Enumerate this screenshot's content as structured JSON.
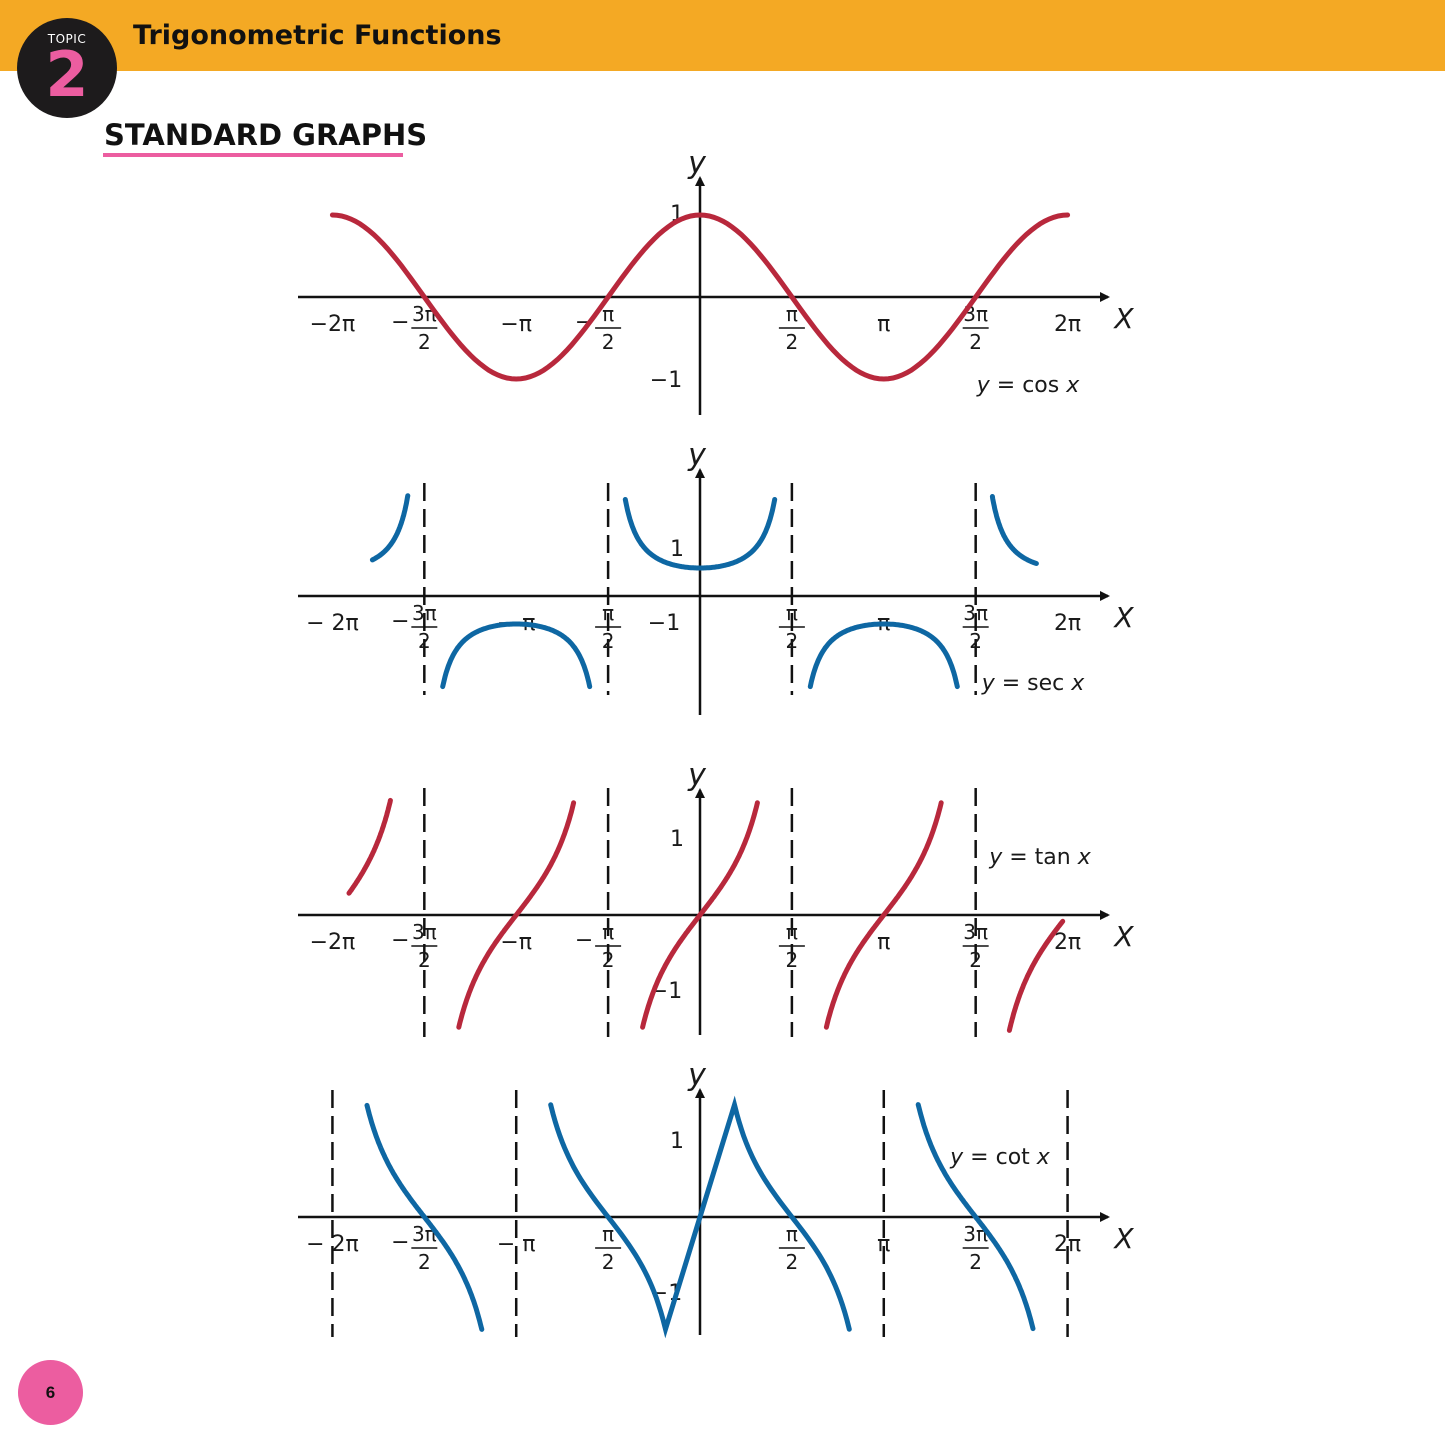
{
  "header": {
    "topic_label": "TOPIC",
    "topic_number": "2",
    "title": "Trigonometric Functions"
  },
  "section_title": "STANDARD GRAPHS",
  "page_number": "6",
  "colors": {
    "header": "#F4A924",
    "accent": "#EC5DA0",
    "red_curve": "#B8283C",
    "blue_curve": "#0E67A3"
  },
  "chart_data": [
    {
      "type": "line",
      "function": "cos",
      "label": {
        "y": "y",
        "eq": " = cos ",
        "x": "x"
      },
      "axis_labels": {
        "x": "X",
        "y": "y"
      },
      "xlim": [
        -6.2832,
        6.2832
      ],
      "y_ticks": [
        "1",
        "−1"
      ],
      "x_ticks": [
        "−2π",
        "−3π/2",
        "−π",
        "−π/2",
        "π/2",
        "π",
        "3π/2",
        "2π"
      ],
      "color": "#B8283C"
    },
    {
      "type": "line",
      "function": "sec",
      "label": {
        "y": "y",
        "eq": " = sec ",
        "x": "x"
      },
      "axis_labels": {
        "x": "X",
        "y": "y"
      },
      "xlim": [
        -6.2832,
        6.2832
      ],
      "asymptotes": [
        "-3π/2",
        "-π/2",
        "π/2",
        "3π/2"
      ],
      "y_ticks": [
        "1",
        "−1"
      ],
      "x_ticks": [
        "− 2π",
        "−3π/2",
        "− π",
        "π/2",
        "π/2",
        "π",
        "3π/2",
        "2π"
      ],
      "color": "#0E67A3"
    },
    {
      "type": "line",
      "function": "tan",
      "label": {
        "y": "y",
        "eq": " =  tan ",
        "x": "x"
      },
      "axis_labels": {
        "x": "X",
        "y": "y"
      },
      "xlim": [
        -6.2832,
        6.2832
      ],
      "asymptotes": [
        "-3π/2",
        "-π/2",
        "π/2",
        "3π/2"
      ],
      "y_ticks": [
        "1",
        "−1"
      ],
      "x_ticks": [
        "−2π",
        "−3π/2",
        "−π",
        "−π/2",
        "π/2",
        "π",
        "3π/2",
        "2π"
      ],
      "color": "#B8283C"
    },
    {
      "type": "line",
      "function": "cot",
      "label": {
        "y": "y",
        "eq": " =  cot ",
        "x": "x"
      },
      "axis_labels": {
        "x": "X",
        "y": "y"
      },
      "xlim": [
        -6.2832,
        6.2832
      ],
      "asymptotes": [
        "-2π",
        "-π",
        "π",
        "2π"
      ],
      "y_ticks": [
        "1",
        "−1"
      ],
      "x_ticks": [
        "− 2π",
        "−3π/2",
        "− π",
        "π/2",
        "π/2",
        "π",
        "3π/2",
        "2π"
      ],
      "color": "#0E67A3"
    }
  ]
}
